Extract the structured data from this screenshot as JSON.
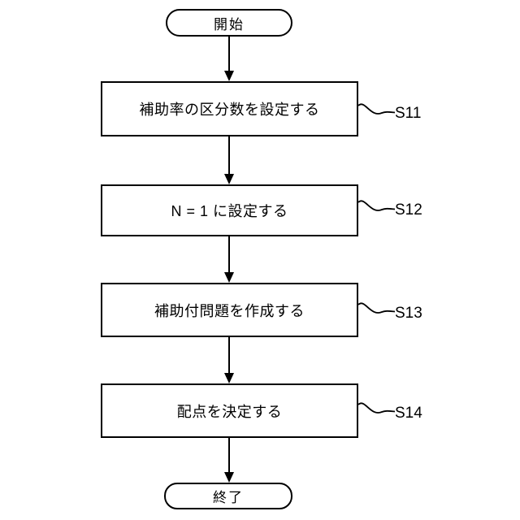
{
  "diagram": {
    "title": "flowchart",
    "start": {
      "label": "開始"
    },
    "end": {
      "label": "終了"
    },
    "steps": [
      {
        "label": "補助率の区分数を設定する",
        "step_id": "S11"
      },
      {
        "label": "N = 1 に設定する",
        "step_id": "S12"
      },
      {
        "label": "補助付問題を作成する",
        "step_id": "S13"
      },
      {
        "label": "配点を決定する",
        "step_id": "S14"
      }
    ],
    "colors": {
      "line": "#000000",
      "background": "#ffffff",
      "text": "#000000"
    }
  }
}
